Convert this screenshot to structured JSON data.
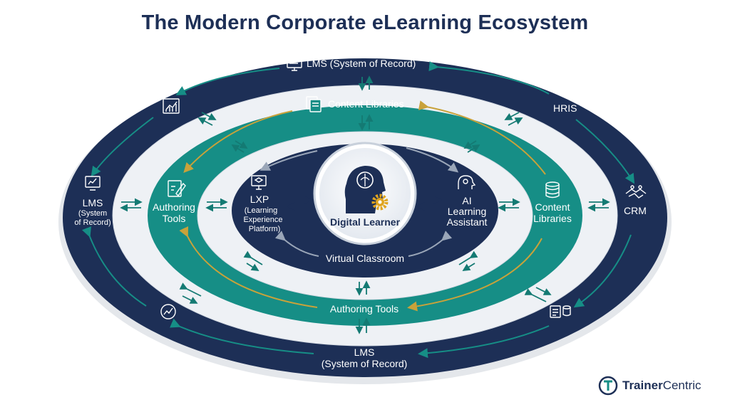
{
  "title": "The Modern Corporate eLearning Ecosystem",
  "colors": {
    "navy": "#1d2f56",
    "teal": "#168e86",
    "gold": "#c9a23a",
    "light": "#eef1f5"
  },
  "outer_ring": {
    "top": "LMS (System of Record)",
    "right_top": "HRIS",
    "right": "CRM",
    "left_line1": "LMS",
    "left_line2": "(System",
    "left_line3": "of Record)",
    "bottom_line1": "LMS",
    "bottom_line2": "(System of Record)"
  },
  "middle_ring": {
    "top": "Content Libraries",
    "bottom": "Authoring Tools",
    "left_line1": "Authoring",
    "left_line2": "Tools",
    "right_line1": "Content",
    "right_line2": "Libraries"
  },
  "inner_ring": {
    "left_line1": "LXP",
    "left_line2": "(Learning",
    "left_line3": "Experience",
    "left_line4": "Platform)",
    "right_line1": "AI",
    "right_line2": "Learning",
    "right_line3": "Assistant",
    "bottom": "Virtual Classroom"
  },
  "center": {
    "label": "Digital Learner"
  },
  "brand": {
    "name_bold": "Trainer",
    "name_light": "Centric"
  }
}
